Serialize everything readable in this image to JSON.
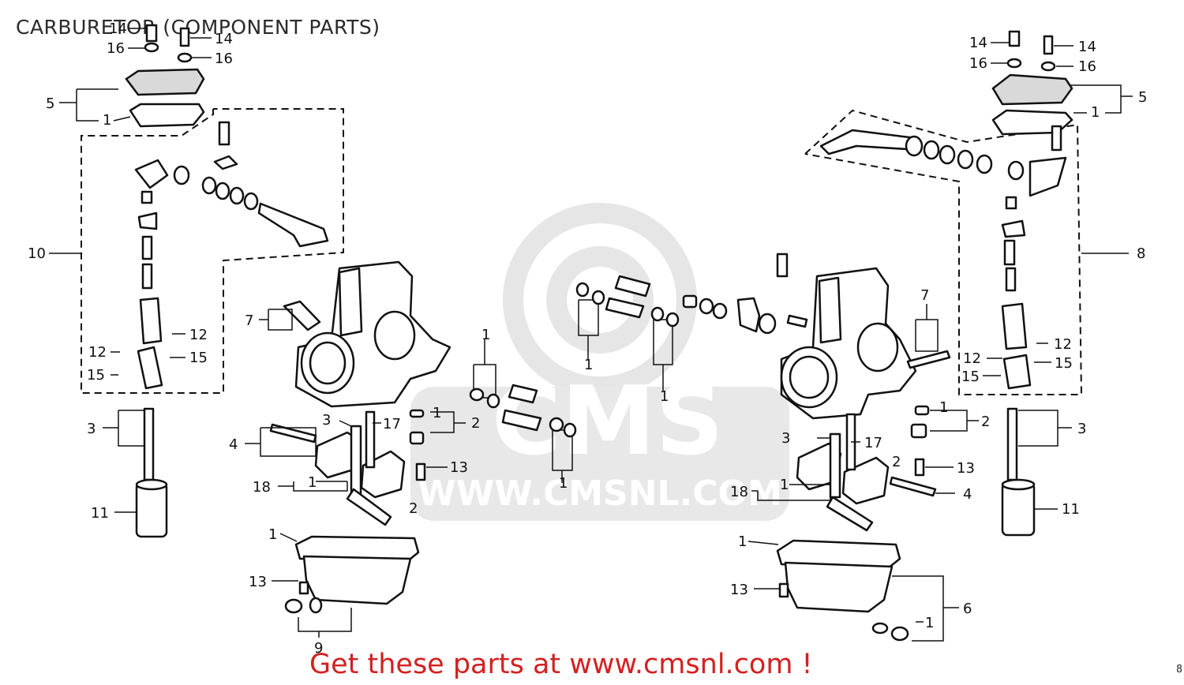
{
  "title": "CARBURETOR (COMPONENT PARTS)",
  "watermark": {
    "brand": "CMS",
    "url": "WWW.CMSNL.COM",
    "color": "#e3e3e3"
  },
  "footer": {
    "text": "Get these parts at www.cmsnl.com !",
    "color": "#d42020"
  },
  "corner_code": "8",
  "callouts": {
    "left": {
      "c14a": "14",
      "c16a": "16",
      "c14b": "14",
      "c16b": "16",
      "c5": "5",
      "c1top": "1",
      "c10": "10",
      "c12l": "12",
      "c12r": "12",
      "c15l": "15",
      "c15r": "15",
      "c3": "3",
      "c11": "11",
      "c7": "7",
      "c3b": "3",
      "c17": "17",
      "c4": "4",
      "c18": "18",
      "c1m": "1",
      "c1j": "1",
      "c2a": "2",
      "c13a": "13",
      "c2b": "2",
      "c1bowl": "1",
      "c13b": "13",
      "c9": "9"
    },
    "center": {
      "c1": "1",
      "c1b": "1",
      "c1c": "1",
      "c1d": "1"
    },
    "right": {
      "c14a": "14",
      "c14b": "14",
      "c16a": "16",
      "c16b": "16",
      "c5": "5",
      "c1top": "1",
      "c8": "8",
      "c7": "7",
      "c12l": "12",
      "c12r": "12",
      "c15l": "15",
      "c15r": "15",
      "c3": "3",
      "c11": "11",
      "c1j": "1",
      "c2a": "2",
      "c3b": "3",
      "c17": "17",
      "c2b": "2",
      "c13a": "13",
      "c18": "18",
      "c1m": "1",
      "c4": "4",
      "c1bowl": "1",
      "c13b": "13",
      "c6": "6",
      "c1b": "1"
    }
  }
}
